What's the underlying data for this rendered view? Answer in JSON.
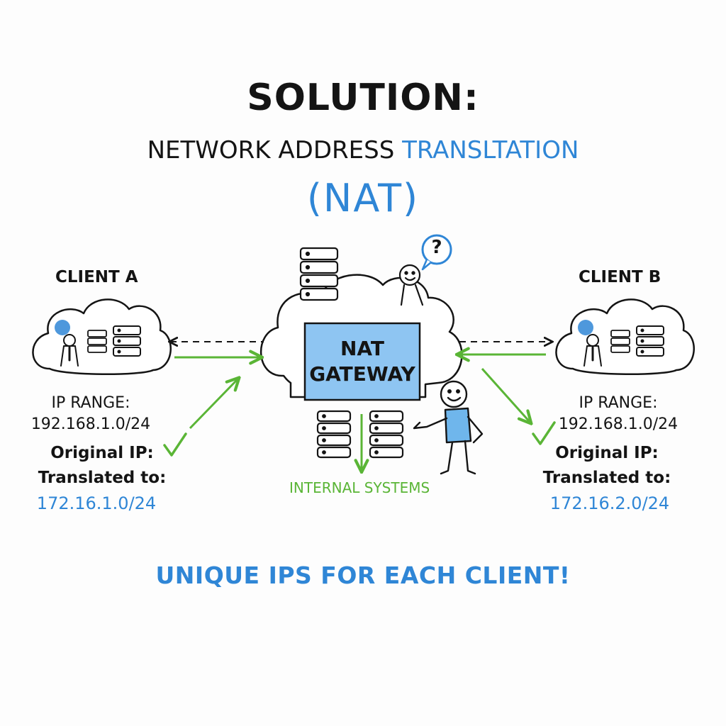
{
  "colors": {
    "blue": "#2f86d6",
    "green": "#5ab536",
    "ink": "#141414",
    "gateway_fill": "#8ec5f2"
  },
  "header": {
    "title": "SOLUTION:",
    "subtitle_part1": "NETWORK ADDRESS ",
    "subtitle_part2": "TRANSLTATION",
    "abbreviation": "(NAT)"
  },
  "client_a": {
    "label": "CLIENT A",
    "ip_range_label": "IP RANGE:",
    "ip_range": "192.168.1.0/24",
    "original_ip_label": "Original IP:",
    "translated_label": "Translated to:",
    "translated_ip": "172.16.1.0/24"
  },
  "client_b": {
    "label": "CLIENT B",
    "ip_range_label": "IP RANGE:",
    "ip_range": "192.168.1.0/24",
    "original_ip_label": "Original IP:",
    "translated_label": "Translated to:",
    "translated_ip": "172.16.2.0/24"
  },
  "gateway": {
    "line1": "NAT",
    "line2": "GATEWAY",
    "thought_symbol": "?"
  },
  "internal": {
    "label": "INTERNAL SYSTEMS"
  },
  "footer": {
    "text": "UNIQUE IPS FOR EACH CLIENT!"
  },
  "icons": [
    "server-stack-icon",
    "person-icon",
    "cloud-icon",
    "checkmark-icon",
    "question-bubble-icon",
    "arrow-icon"
  ]
}
